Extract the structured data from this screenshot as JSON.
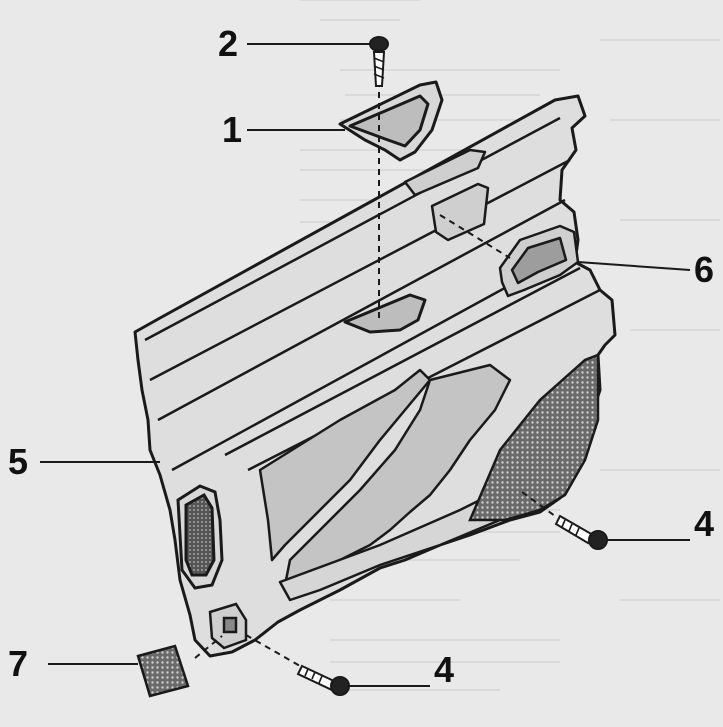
{
  "diagram": {
    "callouts": [
      {
        "id": "c2",
        "label": "2",
        "part": "screw"
      },
      {
        "id": "c1",
        "label": "1",
        "part": "armrest-cover"
      },
      {
        "id": "c6",
        "label": "6",
        "part": "inner-door-handle"
      },
      {
        "id": "c5",
        "label": "5",
        "part": "door-trim-panel"
      },
      {
        "id": "c4a",
        "label": "4",
        "part": "screw"
      },
      {
        "id": "c7",
        "label": "7",
        "part": "speaker-grille"
      },
      {
        "id": "c4b",
        "label": "4",
        "part": "screw"
      }
    ]
  },
  "colors": {
    "ink": "#1a1a1a",
    "paper": "#e9e9e9",
    "panel": "#dcdcdc",
    "shadow": "#b9b9b9"
  }
}
